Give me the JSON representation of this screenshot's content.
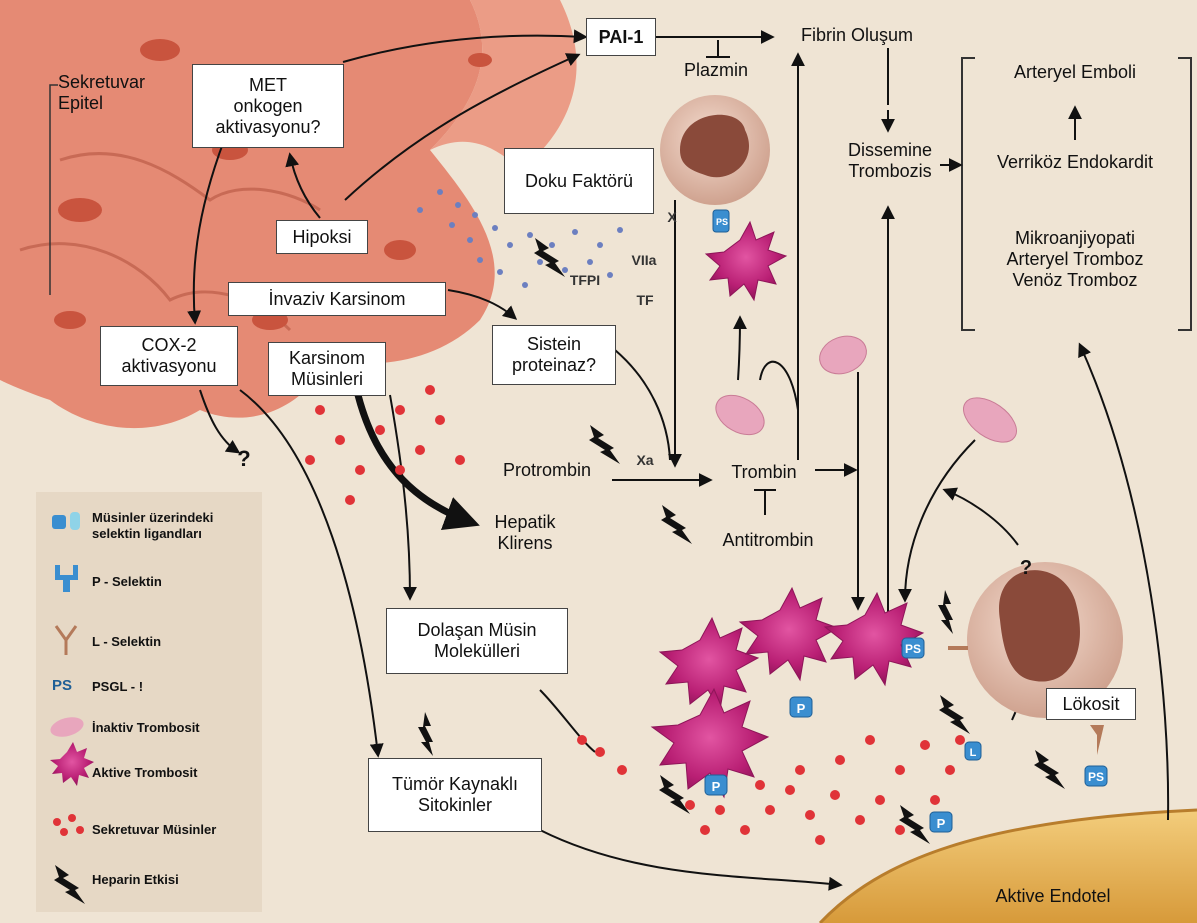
{
  "labels": {
    "sekretuvar_epitel": "Sekretuvar\nEpitel",
    "met": "MET\nonkogen\naktivasyonu?",
    "hipoksi": "Hipoksi",
    "invaziv": "İnvaziv Karsinom",
    "cox2": "COX-2\naktivasyonu",
    "karsinom_musinleri": "Karsinom\nMüsinleri",
    "question_mark": "?",
    "pai1": "PAI-1",
    "plazmin": "Plazmin",
    "fibrin": "Fibrin Oluşum",
    "doku_faktoru": "Doku Faktörü",
    "x": "X",
    "viia": "VIIa",
    "tfpi": "TFPI",
    "tf": "TF",
    "sistein": "Sistein\nproteinaz?",
    "protrombin": "Protrombin",
    "xa": "Xa",
    "trombin": "Trombin",
    "antitrombin": "Antitrombin",
    "hepatik": "Hepatik\nKlirens",
    "dolasan": "Dolaşan Müsin\nMolekülleri",
    "tumor": "Tümör Kaynaklı\nSitokinler",
    "dissemine": "Dissemine\nTrombozis",
    "arteryel_emboli": "Arteryel Emboli",
    "verrikoz": "Verriköz Endokardit",
    "mikro": "Mikroanjiyopati\nArteryel Tromboz\nVenöz Tromboz",
    "lokosit": "Lökosit",
    "leuk_question": "?",
    "aktive_endotel": "Aktive Endotel",
    "ps": "PS",
    "p": "P",
    "l": "L"
  },
  "legend": [
    {
      "icon": "mucin-ligand-icon",
      "text": "Müsinler üzerindeki\nselektin ligandları"
    },
    {
      "icon": "p-selectin-icon",
      "text": "P - Selektin"
    },
    {
      "icon": "l-selectin-icon",
      "text": "L - Selektin"
    },
    {
      "icon": "psgl-icon",
      "symbol": "PS",
      "text": "PSGL - !"
    },
    {
      "icon": "inactive-platelet-icon",
      "text": "İnaktiv Trombosit"
    },
    {
      "icon": "active-platelet-icon",
      "text": "Aktive Trombosit"
    },
    {
      "icon": "secretory-mucin-icon",
      "text": "Sekretuvar Müsinler"
    },
    {
      "icon": "heparin-effect-icon",
      "text": "Heparin Etkisi"
    }
  ],
  "colors": {
    "background": "#efe4d4",
    "epithelium": "#e58a74",
    "platelet_active": "#c2287f",
    "platelet_inactive": "#e8a6bd",
    "mucin_dot": "#e03338",
    "tf_dot": "#6c7fc0",
    "receptor": "#3a8ed0",
    "leukocyte": "#8a4a3a",
    "endothelium": "#e3b25a"
  }
}
